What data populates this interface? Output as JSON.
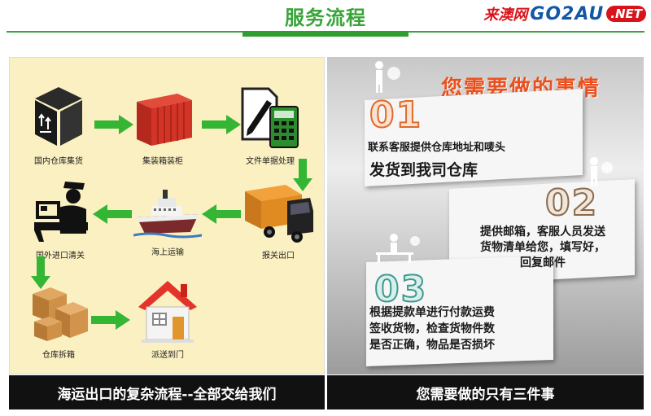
{
  "header": {
    "title": "服务流程",
    "logo_cn": "来澳网",
    "logo_en": "GO2AU",
    "logo_net": ".NET"
  },
  "flow": {
    "steps": [
      {
        "label": "国内仓库集货",
        "icon": "box-icon"
      },
      {
        "label": "集装箱装柜",
        "icon": "container-icon"
      },
      {
        "label": "文件单据处理",
        "icon": "document-calculator-icon"
      },
      {
        "label": "报关出口",
        "icon": "truck-icon"
      },
      {
        "label": "海上运输",
        "icon": "ship-icon"
      },
      {
        "label": "国外进口清关",
        "icon": "customs-officer-icon"
      },
      {
        "label": "仓库拆箱",
        "icon": "boxes-icon"
      },
      {
        "label": "派送到门",
        "icon": "house-icon"
      }
    ],
    "caption": "海运出口的复杂流程--全部交给我们"
  },
  "tasks": {
    "title": "您需要做的事情",
    "items": [
      {
        "number": "01",
        "lines": [
          "联系客服提供仓库地址和唛头",
          "发货到我司仓库"
        ]
      },
      {
        "number": "02",
        "lines": [
          "提供邮箱，客服人员发送",
          "货物清单给您，填写好，",
          "回复邮件"
        ]
      },
      {
        "number": "03",
        "lines": [
          "根据提款单进行付款运费",
          "签收货物，检查货物件数",
          "是否正确，物品是否损坏"
        ]
      }
    ],
    "caption": "您需要做的只有三件事"
  },
  "colors": {
    "accent_green": "#3aa33a",
    "task_title_orange": "#e8511f",
    "left_panel_bg": "#faf0c1"
  }
}
